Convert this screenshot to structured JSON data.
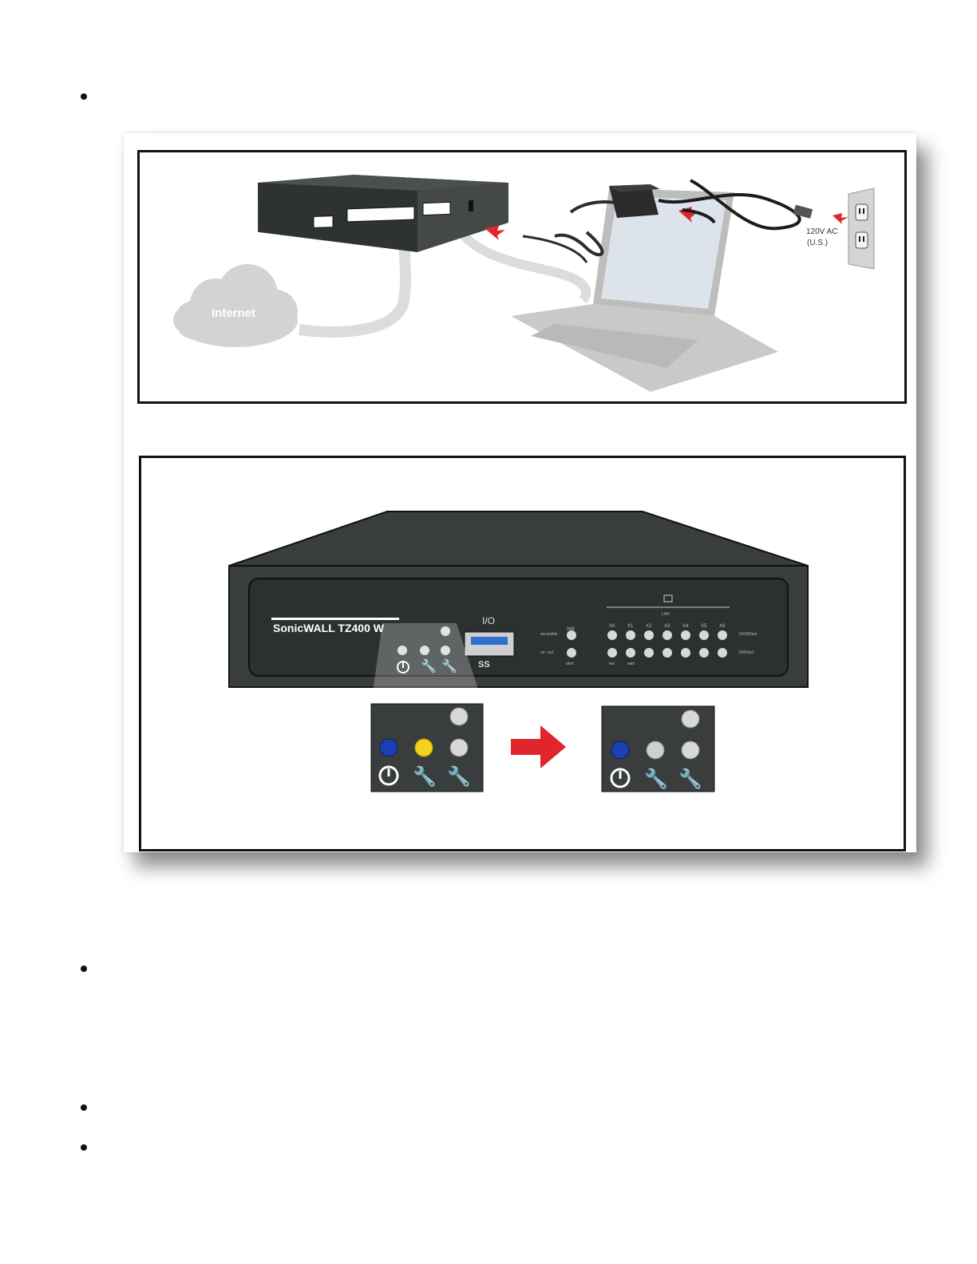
{
  "document": {
    "bullets": [
      "",
      "",
      "",
      ""
    ]
  },
  "figure": {
    "panel1": {
      "cloud_label": "Internet",
      "outlet_label_1": "120V AC",
      "outlet_label_2": "(U.S.)"
    },
    "panel2": {
      "device_label": "SonicWALL TZ400 W",
      "io_label": "I/O",
      "usb_label": "SS",
      "led_labels": {
        "wlan": "Wifi",
        "securable": "securable",
        "link": "on / act",
        "alert": "alert",
        "ports": [
          "X0",
          "X1",
          "X2",
          "X3",
          "X4",
          "X5",
          "X6"
        ],
        "speed_top": "10/100/act",
        "speed_bottom": "1000/act",
        "lan": "lan",
        "wan": "wan",
        "lan_header": "LAN"
      }
    }
  },
  "colors": {
    "device_dark": "#3a3d3d",
    "device_darker": "#1f2121",
    "led_blue": "#1c3fb4",
    "led_yellow": "#f2d21b",
    "led_off": "#d8d8d8",
    "arrow_red": "#e0262b",
    "laptop_gray": "#c9c9c9"
  }
}
